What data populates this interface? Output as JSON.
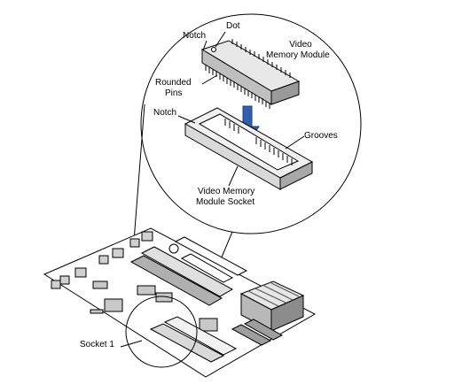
{
  "labels": {
    "dot": "Dot",
    "notch_top": "Notch",
    "module_line1": "Video",
    "module_line2": "Memory Module",
    "pins_line1": "Rounded",
    "pins_line2": "Pins",
    "notch_socket": "Notch",
    "grooves": "Grooves",
    "socket_line1": "Video Memory",
    "socket_line2": "Module Socket",
    "socket1": "Socket 1"
  },
  "colors": {
    "arrow": "#2f5fb0",
    "line": "#000000",
    "socket_fill": "#d9d9d9",
    "module_fill": "#bfbfbf"
  }
}
